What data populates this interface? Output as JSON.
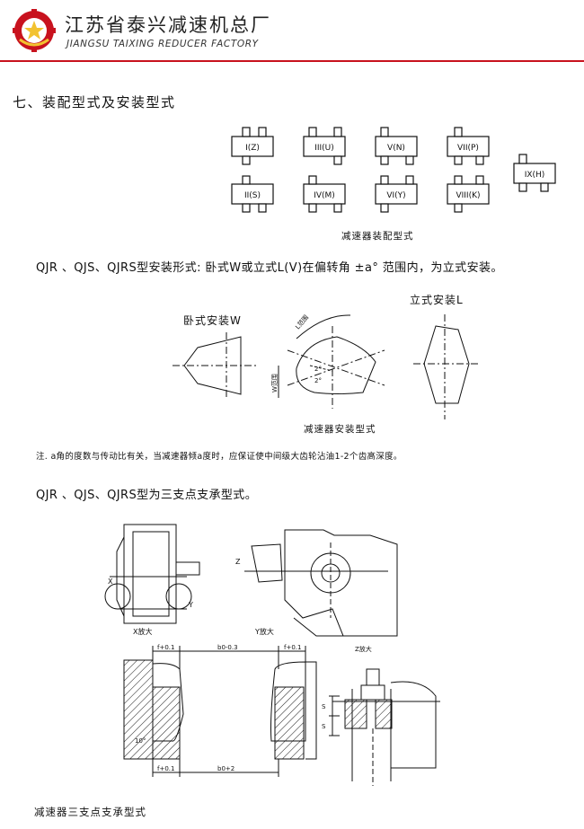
{
  "header": {
    "company_cn": "江苏省泰兴减速机总厂",
    "company_en": "JIANGSU TAIXING REDUCER FACTORY",
    "brand_red": "#c8121e",
    "brand_yellow": "#f2c230"
  },
  "section": {
    "title": "七、装配型式及安装型式"
  },
  "assembly": {
    "caption": "减速器装配型式",
    "items": [
      "I(Z)",
      "III(U)",
      "V(N)",
      "VII(P)",
      "IX(H)",
      "II(S)",
      "IV(M)",
      "VI(Y)",
      "VIII(K)"
    ]
  },
  "install_line": "QJR 、QJS、QJRS型安装形式:  卧式W或立式L(V)在偏转角 ±a°  范围内，为立式安装。",
  "install_fig": {
    "label_w": "卧式安装W",
    "label_l": "立式安装L",
    "l_range": "L范围",
    "w_range": "W范围",
    "angle_top": "2°",
    "angle_bottom": "2°",
    "caption": "减速器安装型式"
  },
  "note": "注. a角的度数与传动比有关，当减速器倾a度时，应保证使中间级大齿轮沾油1-2个齿高深度。",
  "support_line": "QJR 、QJS、QJRS型为三支点支承型式。",
  "support_fig": {
    "x_label": "X",
    "y_label": "Y",
    "z_label": "Z",
    "x_zoom": "X放大",
    "y_zoom": "Y放大",
    "z_zoom": "Z放大",
    "f_top_left": "f+0.1",
    "b_top": "b0-0.3",
    "f_top_right": "f+0.1",
    "angle": "10°",
    "f_bottom": "f+0.1",
    "b_bottom": "b0+2",
    "s1": "S",
    "s2": "S"
  },
  "bottom_caption": "减速器三支点支承型式"
}
